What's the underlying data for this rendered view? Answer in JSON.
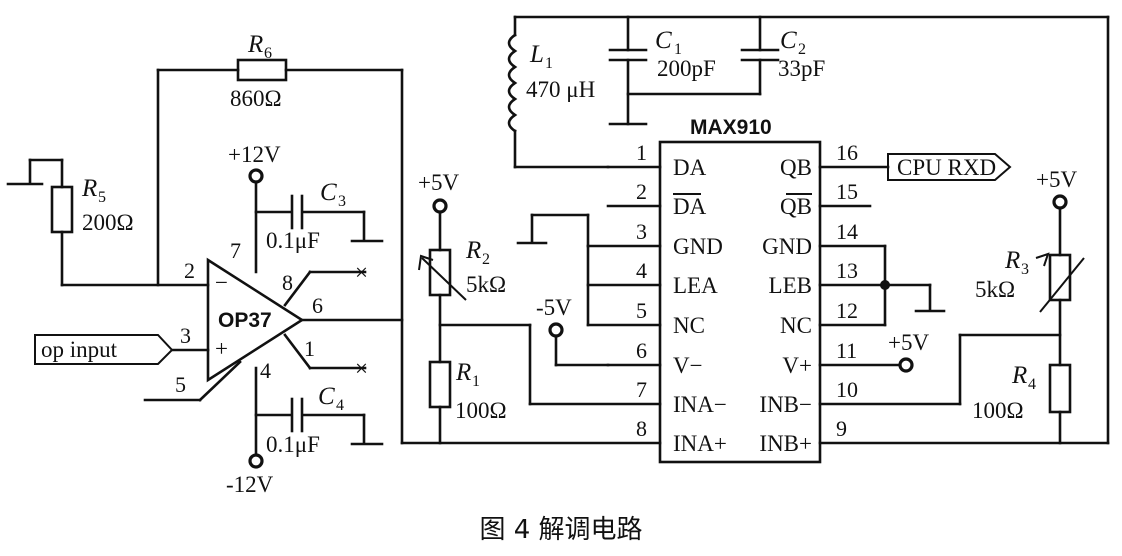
{
  "caption": "图 4  解调电路",
  "chip": {
    "name": "MAX910",
    "left_pins": [
      {
        "num": "1",
        "label": "DA"
      },
      {
        "num": "2",
        "label": "DA"
      },
      {
        "num": "3",
        "label": "GND"
      },
      {
        "num": "4",
        "label": "LEA"
      },
      {
        "num": "5",
        "label": "NC"
      },
      {
        "num": "6",
        "label": "V−"
      },
      {
        "num": "7",
        "label": "INA−"
      },
      {
        "num": "8",
        "label": "INA+"
      }
    ],
    "right_pins": [
      {
        "num": "16",
        "label": "QB"
      },
      {
        "num": "15",
        "label": "QB"
      },
      {
        "num": "14",
        "label": "GND"
      },
      {
        "num": "13",
        "label": "LEB"
      },
      {
        "num": "12",
        "label": "NC"
      },
      {
        "num": "11",
        "label": "V+"
      },
      {
        "num": "10",
        "label": "INB−"
      },
      {
        "num": "9",
        "label": "INB+"
      }
    ]
  },
  "opamp": {
    "name": "OP37",
    "minus": "−",
    "plus": "+",
    "pins": {
      "p2": "2",
      "p3": "3",
      "p4": "4",
      "p5": "5",
      "p6": "6",
      "p7": "7",
      "p8": "8",
      "p1": "1"
    }
  },
  "components": {
    "R6": {
      "letter": "R",
      "sub": "6",
      "value": "860Ω"
    },
    "R5": {
      "letter": "R",
      "sub": "5",
      "value": "200Ω"
    },
    "C3": {
      "letter": "C",
      "sub": "3",
      "value": "0.1μF"
    },
    "C4": {
      "letter": "C",
      "sub": "4",
      "value": "0.1μF"
    },
    "R2": {
      "letter": "R",
      "sub": "2",
      "value": "5kΩ"
    },
    "R1": {
      "letter": "R",
      "sub": "1",
      "value": "100Ω"
    },
    "L1": {
      "letter": "L",
      "sub": "1",
      "value": "470 μH"
    },
    "C1": {
      "letter": "C",
      "sub": "1",
      "value": "200pF"
    },
    "C2": {
      "letter": "C",
      "sub": "2",
      "value": "33pF"
    },
    "R3": {
      "letter": "R",
      "sub": "3",
      "value": "5kΩ"
    },
    "R4": {
      "letter": "R",
      "sub": "4",
      "value": "100Ω"
    }
  },
  "supplies": {
    "op_pos": "+12V",
    "op_neg": "-12V",
    "r2_top": "+5V",
    "neg5": "-5V",
    "vplus": "+5V",
    "r3_top": "+5V"
  },
  "io": {
    "input": "op input",
    "output": "CPU RXD"
  },
  "no_connect": "×"
}
